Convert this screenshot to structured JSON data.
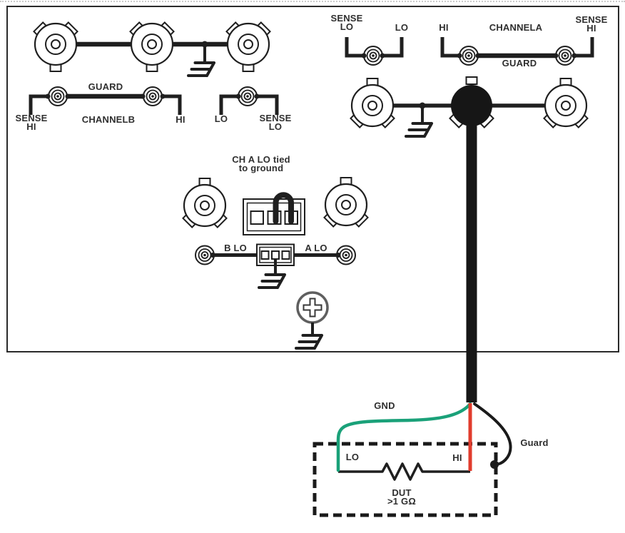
{
  "diagram_title": "Instrument rear panel guarded connection to DUT",
  "colors": {
    "ink": "#1f1f1f",
    "label_text": "#2f2f2f",
    "wire_green": "#1aa179",
    "wire_red": "#e13c2d",
    "screw_gray": "#5f5f5f"
  },
  "labels": {
    "sense_hi_b": "SENSE\nHI",
    "guard_b": "GUARD",
    "channel_b": "CHANNELB",
    "hi_b": "HI",
    "lo_b": "LO",
    "sense_lo_b": "SENSE\nLO",
    "sense_lo_a": "SENSE\nLO",
    "lo_a": "LO",
    "hi_a": "HI",
    "channel_a": "CHANNELA",
    "sense_hi_a": "SENSE\nHI",
    "guard_a": "GUARD",
    "jumper_note": "CH A LO tied\nto ground",
    "b_lo": "B LO",
    "a_lo": "A LO",
    "gnd": "GND",
    "guard_external": "Guard",
    "dut_lo": "LO",
    "dut_hi": "HI",
    "dut_name": "DUT",
    "dut_value": ">1 GΩ"
  }
}
